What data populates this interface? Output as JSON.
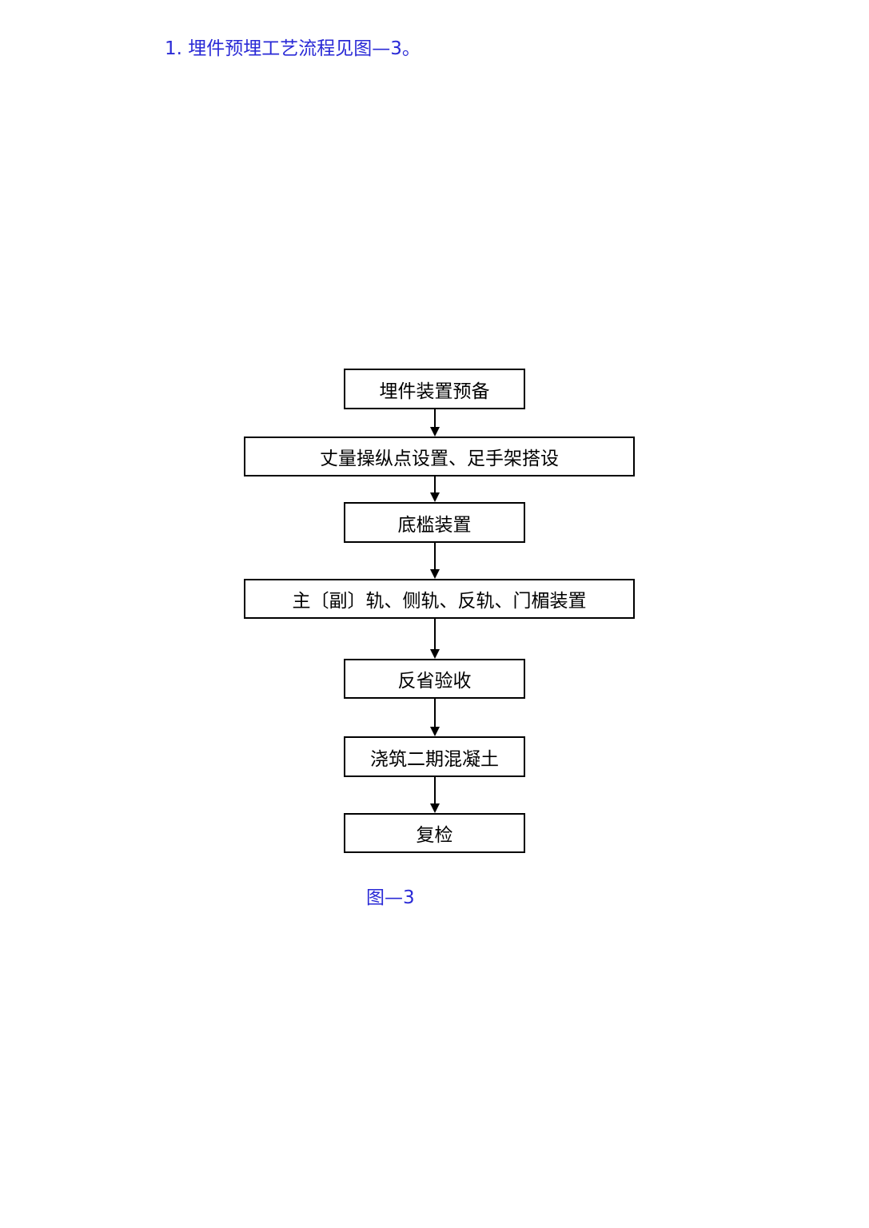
{
  "heading": "1. 埋件预埋工艺流程见图—3。",
  "caption": "图—3",
  "colors": {
    "link_blue": "#2a2ad6",
    "border": "#000000",
    "text": "#000000"
  },
  "flowchart": {
    "steps": [
      {
        "id": "s1",
        "label": "埋件装置预备"
      },
      {
        "id": "s2",
        "label": "丈量操纵点设置、足手架搭设"
      },
      {
        "id": "s3",
        "label": "底槛装置"
      },
      {
        "id": "s4",
        "label": "主〔副〕轨、侧轨、反轨、门楣装置"
      },
      {
        "id": "s5",
        "label": "反省验收"
      },
      {
        "id": "s6",
        "label": "浇筑二期混凝土"
      },
      {
        "id": "s7",
        "label": "复检"
      }
    ]
  }
}
